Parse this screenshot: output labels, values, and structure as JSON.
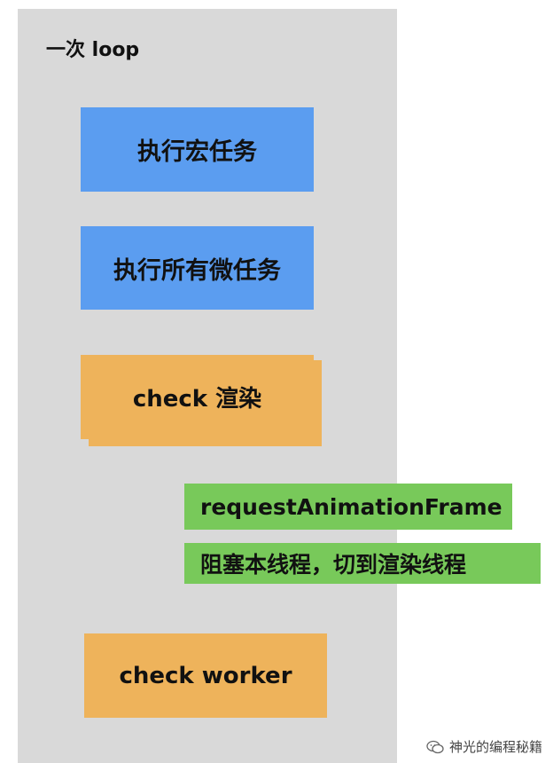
{
  "loop_label": "一次 loop",
  "steps": {
    "macro_task": "执行宏任务",
    "micro_tasks": "执行所有微任务",
    "check_render": "check 渲染",
    "raf": "requestAnimationFrame",
    "block_thread": "阻塞本线程，切到渲染线程",
    "check_worker": "check worker"
  },
  "watermark": "神光的编程秘籍",
  "colors": {
    "panel": "#d9d9d9",
    "blue": "#5b9df0",
    "orange": "#eeb35b",
    "green": "#78c95a"
  },
  "icons": [
    "wechat-icon"
  ]
}
